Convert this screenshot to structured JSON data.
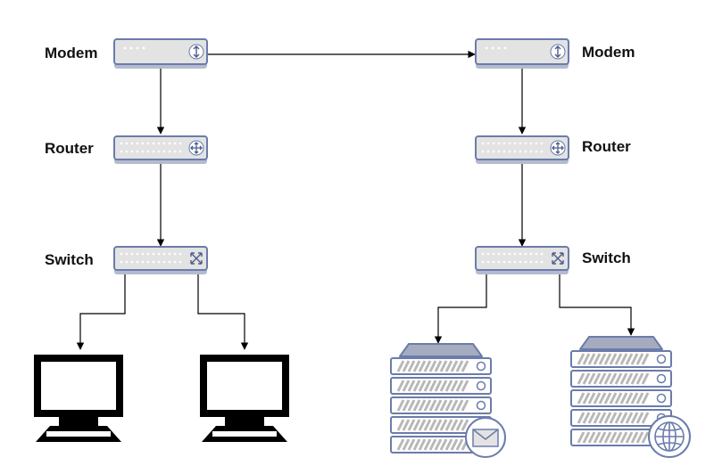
{
  "labels": {
    "left_modem": "Modem",
    "left_router": "Router",
    "left_switch": "Switch",
    "right_modem": "Modem",
    "right_router": "Router",
    "right_switch": "Switch"
  },
  "colors": {
    "device_fill": "#e3e3e3",
    "device_stroke": "#6b7cab",
    "device_shadow": "#b4bbd0",
    "server_roof": "#a5acbf",
    "server_fill": "#ffffff",
    "server_stripe": "#b8b8b8",
    "monitor": "#000000",
    "line": "#000000"
  },
  "icons": {
    "modem": "modem-icon",
    "router": "router-icon",
    "switch": "switch-icon",
    "computer": "computer-monitor-icon",
    "mail_server": "mail-server-icon",
    "web_server": "web-server-icon"
  }
}
